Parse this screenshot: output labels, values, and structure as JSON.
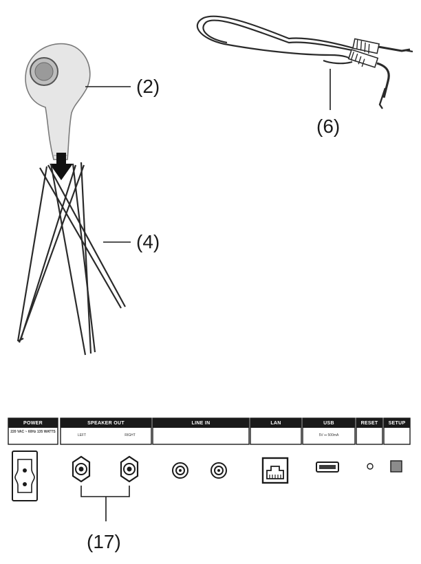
{
  "callouts": {
    "mic": "(2)",
    "stand": "(4)",
    "cable": "(6)",
    "speaker_out": "(17)"
  },
  "panel": {
    "power": {
      "label": "POWER",
      "spec": "220 VAC ~ 60Hz 135 WATTS"
    },
    "speaker_out": {
      "label": "SPEAKER OUT",
      "left": "LEFT",
      "right": "RIGHT"
    },
    "line_in": {
      "label": "LINE IN"
    },
    "lan": {
      "label": "LAN"
    },
    "usb": {
      "label": "USB",
      "sub": "5V ⎓ 500mA"
    },
    "reset": {
      "label": "RESET"
    },
    "setup": {
      "label": "SETUP"
    }
  },
  "colors": {
    "ink": "#1a1a1a",
    "grey": "#8c8c8c",
    "mic_body": "#e6e6e6"
  }
}
